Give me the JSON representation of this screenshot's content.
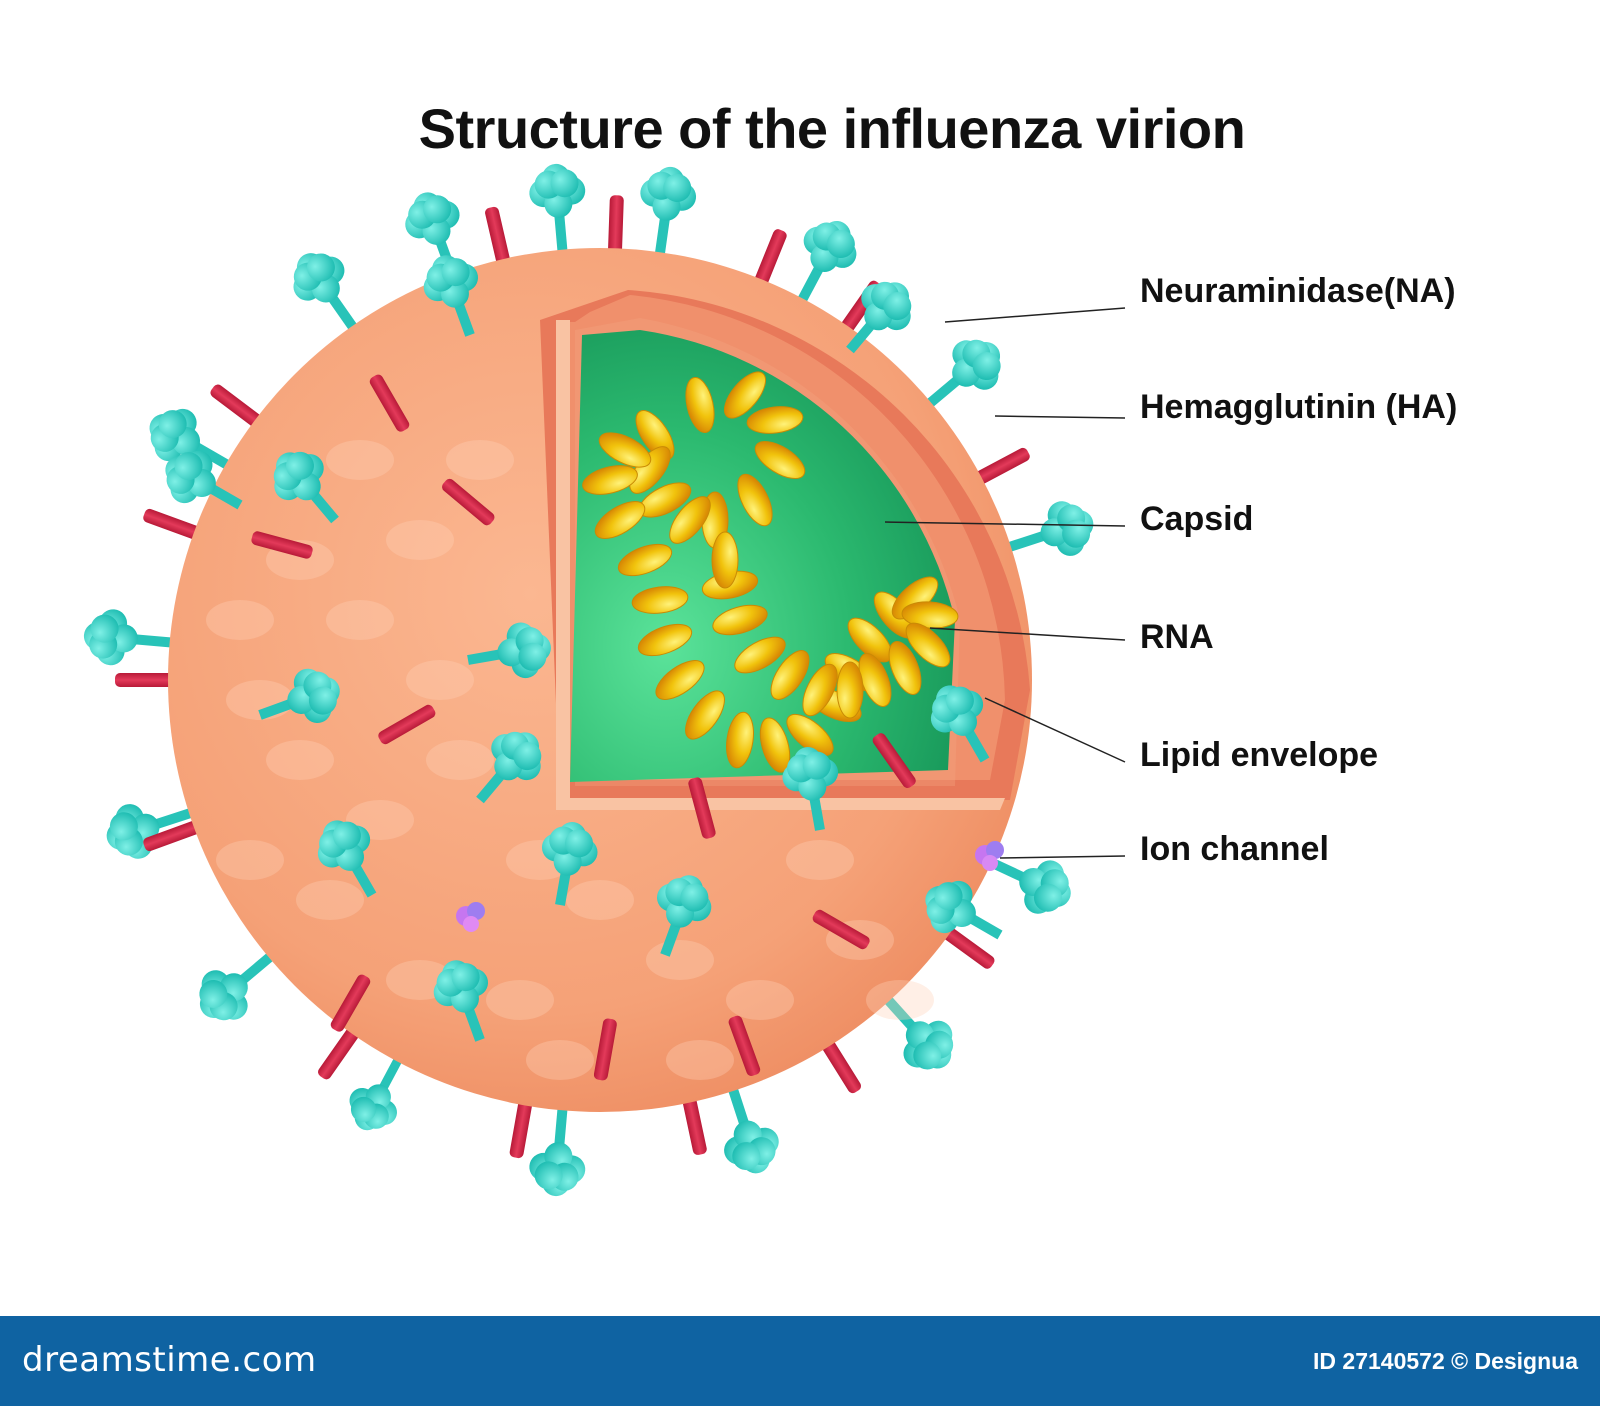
{
  "title": "Structure of the influenza virion",
  "labels": {
    "neuraminidase": "Neuraminidase(NA)",
    "hemagglutinin": "Hemagglutinin (HA)",
    "capsid": "Capsid",
    "rna": "RNA",
    "lipid_envelope": "Lipid envelope",
    "ion_channel": "Ion channel"
  },
  "footer": {
    "site": "dreamstime.com",
    "id_credit": "ID 27140572 © Designua"
  },
  "colors": {
    "envelope": "#f7a57a",
    "capsid": "#2ebd72",
    "rna": "#f0c20a",
    "neuraminidase": "#2ccfc3",
    "hemagglutinin": "#d8284a",
    "ion_channel": "#c676f0",
    "footer_band": "#0f63a2"
  },
  "icons": [
    "neuraminidase-icon",
    "hemagglutinin-icon",
    "ion-channel-icon"
  ]
}
